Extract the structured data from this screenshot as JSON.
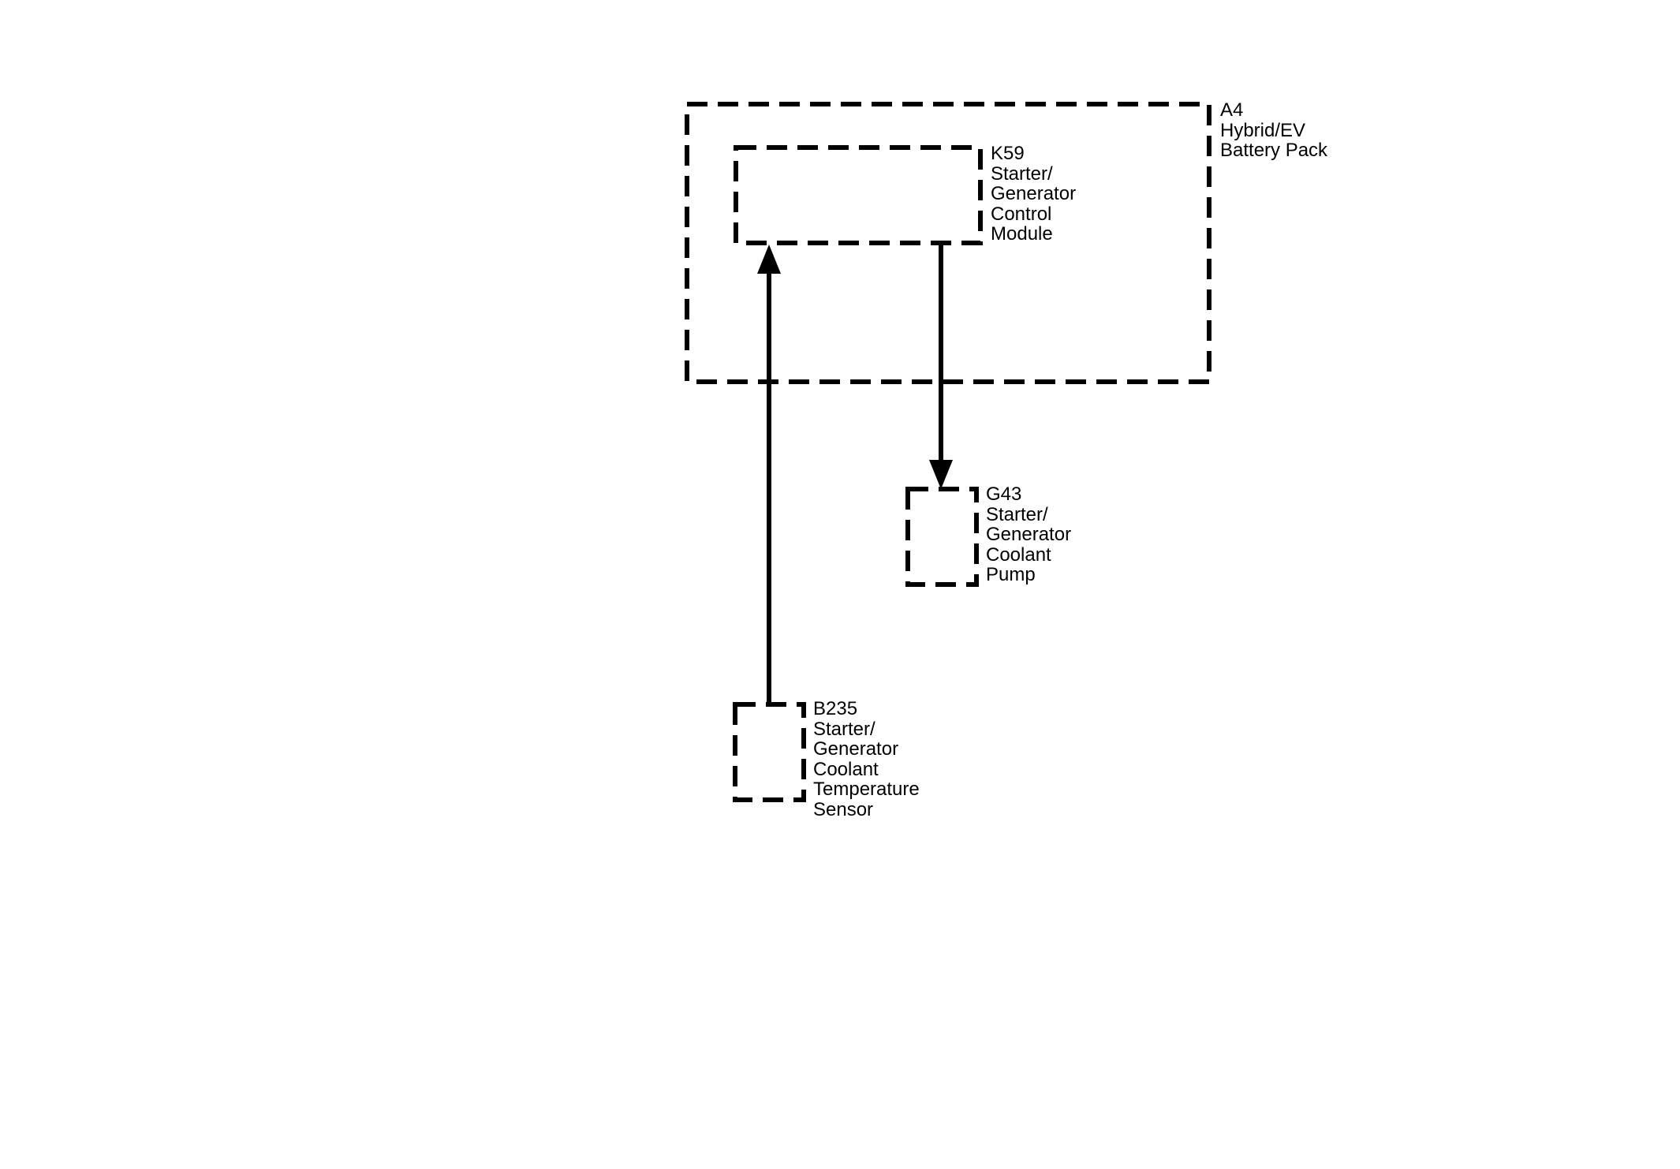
{
  "components": {
    "a4": {
      "ref": "A4",
      "name_lines": [
        "Hybrid/EV",
        "Battery Pack"
      ]
    },
    "k59": {
      "ref": "K59",
      "name_lines": [
        "Starter/",
        "Generator",
        "Control",
        "Module"
      ]
    },
    "g43": {
      "ref": "G43",
      "name_lines": [
        "Starter/",
        "Generator",
        "Coolant",
        "Pump"
      ]
    },
    "b235": {
      "ref": "B235",
      "name_lines": [
        "Starter/",
        "Generator",
        "Coolant",
        "Temperature",
        "Sensor"
      ]
    }
  },
  "connections": [
    {
      "from": "B235",
      "to": "K59",
      "direction": "up"
    },
    {
      "from": "K59",
      "to": "G43",
      "direction": "down"
    }
  ],
  "colors": {
    "line": "#000000",
    "background": "#ffffff"
  }
}
